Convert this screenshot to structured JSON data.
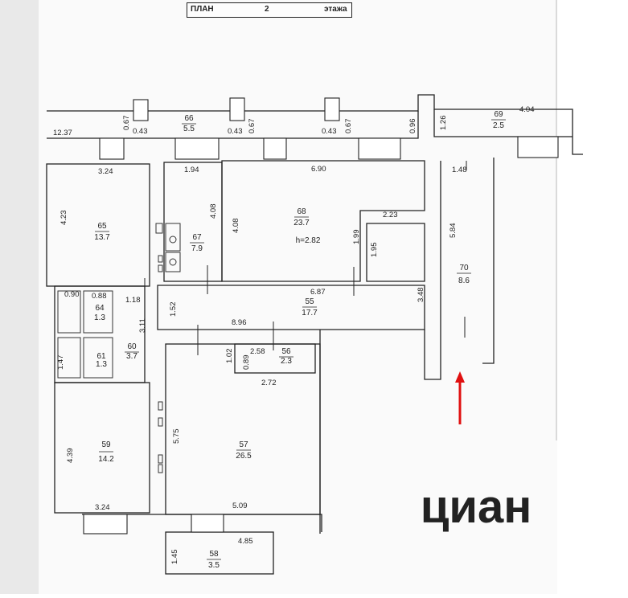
{
  "header": {
    "plan_label": "ПЛАН",
    "floor_number": "2",
    "floor_label": "этажа"
  },
  "rooms": [
    {
      "id": "65",
      "area": "13.7"
    },
    {
      "id": "67",
      "area": "7.9"
    },
    {
      "id": "68",
      "area": "23.7"
    },
    {
      "id": "69",
      "area": "2.5"
    },
    {
      "id": "70",
      "area": "8.6"
    },
    {
      "id": "55",
      "area": "17.7"
    },
    {
      "id": "64",
      "area": "1.3"
    },
    {
      "id": "61",
      "area": "1.3"
    },
    {
      "id": "60",
      "area": "3.7"
    },
    {
      "id": "56",
      "area": "2.3"
    },
    {
      "id": "57",
      "area": "26.5"
    },
    {
      "id": "59",
      "area": "14.2"
    },
    {
      "id": "58",
      "area": "3.5"
    },
    {
      "id": "66",
      "area": "5.5"
    }
  ],
  "ceiling_height": "h=2.82",
  "dimensions": [
    "12.37",
    "0.67",
    "0.43",
    "0.43",
    "0.67",
    "0.43",
    "0.67",
    "0.96",
    "1.26",
    "4.04",
    "3.24",
    "1.94",
    "6.90",
    "1.48",
    "4.23",
    "4.08",
    "4.08",
    "2.23",
    "1.99",
    "1.95",
    "5.84",
    "6.87",
    "3.48",
    "0.90",
    "0.88",
    "1.18",
    "1.47",
    "1.52",
    "3.11",
    "8.96",
    "1.02",
    "2.58",
    "0.89",
    "2.72",
    "5.75",
    "4.39",
    "3.24",
    "5.09",
    "4.85",
    "1.45"
  ],
  "watermark": "циан"
}
